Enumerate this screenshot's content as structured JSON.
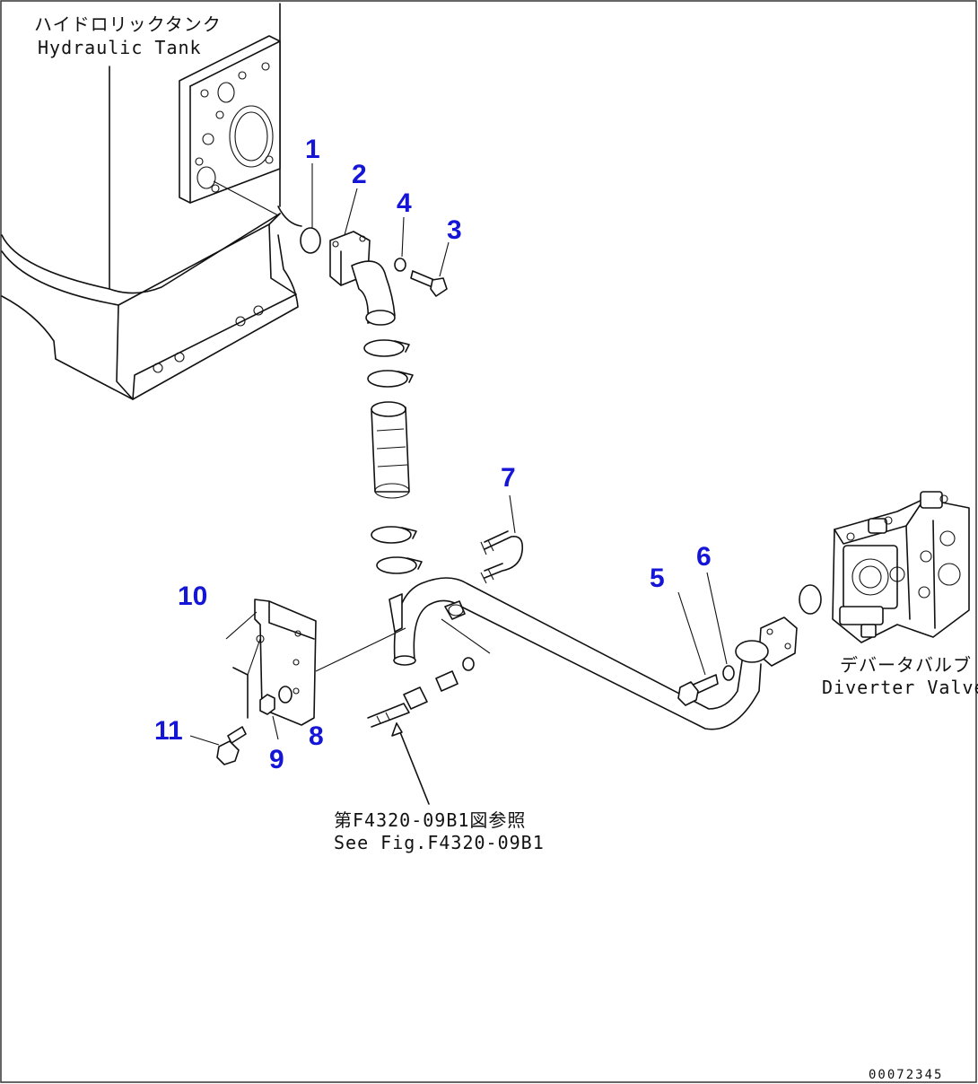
{
  "labels": {
    "tank_jp": "ハイドロリックタンク",
    "tank_en": "Hydraulic Tank",
    "valve_jp": "デバータバルブ",
    "valve_en": "Diverter Valve",
    "ref_jp": "第F4320-09B1図参照",
    "ref_en": "See Fig.F4320-09B1",
    "drawing_code": "00072345"
  },
  "callouts": [
    "1",
    "2",
    "3",
    "4",
    "5",
    "6",
    "7",
    "8",
    "9",
    "10",
    "11"
  ],
  "colors": {
    "callout": "#1515d8",
    "line": "#111111",
    "background": "#ffffff"
  }
}
